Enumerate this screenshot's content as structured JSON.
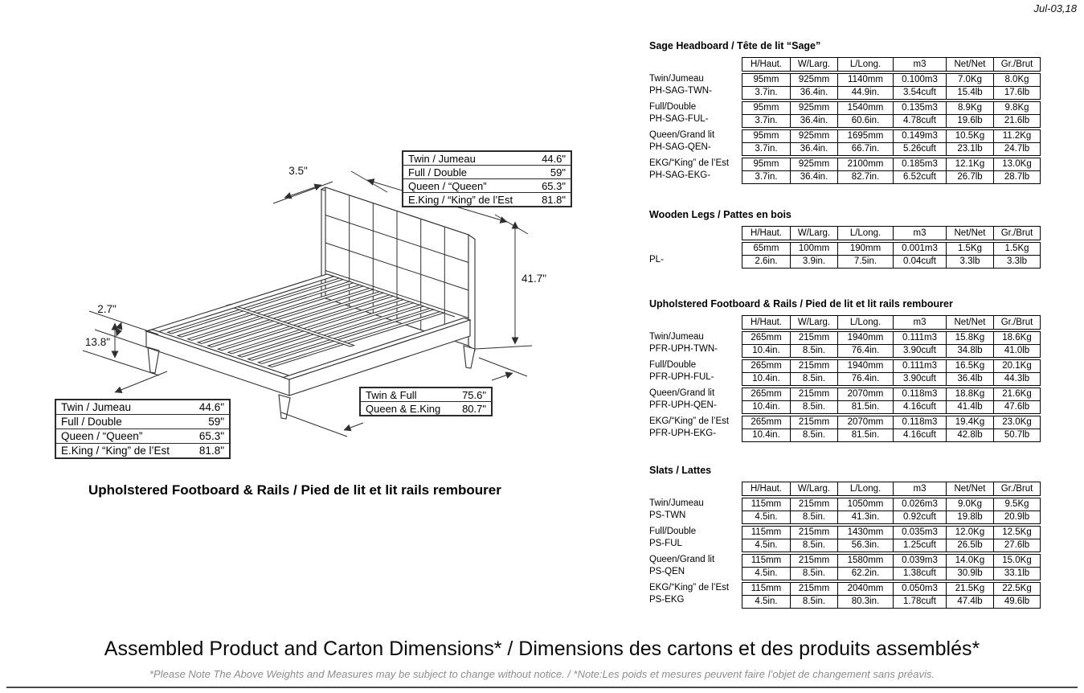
{
  "page": {
    "date": "Jul-03,18",
    "title": "Assembled Product and Carton Dimensions* / Dimensions des cartons et des produits assemblés*",
    "note": "*Please Note The Above Weights and Measures may be subject to change without notice. / *Note:Les poids et mesures peuvent faire l’objet de changement sans préavis."
  },
  "diagram": {
    "caption": "Upholstered Footboard & Rails / Pied de lit et lit rails rembourer",
    "dims": {
      "headboard_thickness": "3.5\"",
      "headboard_height": "41.7\"",
      "rail_thickness": "2.7\"",
      "leg_height": "13.8\""
    },
    "width_table_top": {
      "rows": [
        [
          "Twin / Jumeau",
          "44.6\""
        ],
        [
          "Full / Double",
          "59\""
        ],
        [
          "Queen / “Queen”",
          "65.3\""
        ],
        [
          "E.King / “King” de l’Est",
          "81.8\""
        ]
      ]
    },
    "width_table_bottom": {
      "rows": [
        [
          "Twin / Jumeau",
          "44.6\""
        ],
        [
          "Full / Double",
          "59\""
        ],
        [
          "Queen / “Queen”",
          "65.3\""
        ],
        [
          "E.King / “King” de l’Est",
          "81.8\""
        ]
      ]
    },
    "length_table": {
      "rows": [
        [
          "Twin & Full",
          "75.6\""
        ],
        [
          "Queen & E.King",
          "80.7\""
        ]
      ]
    }
  },
  "tables": [
    {
      "title": "Sage Headboard / Tête de lit “Sage”",
      "columns": [
        "H/Haut.",
        "W/Larg.",
        "L/Long.",
        "m3",
        "Net/Net",
        "Gr./Brut"
      ],
      "groups": [
        {
          "labels": [
            "Twin/Jumeau",
            "PH-SAG-TWN-"
          ],
          "rows": [
            [
              "95mm",
              "925mm",
              "1140mm",
              "0.100m3",
              "7.0Kg",
              "8.0Kg"
            ],
            [
              "3.7in.",
              "36.4in.",
              "44.9in.",
              "3.54cuft",
              "15.4lb",
              "17.6lb"
            ]
          ]
        },
        {
          "labels": [
            "Full/Double",
            "PH-SAG-FUL-"
          ],
          "rows": [
            [
              "95mm",
              "925mm",
              "1540mm",
              "0.135m3",
              "8.9Kg",
              "9.8Kg"
            ],
            [
              "3.7in.",
              "36.4in.",
              "60.6in.",
              "4.78cuft",
              "19.6lb",
              "21.6lb"
            ]
          ]
        },
        {
          "labels": [
            "Queen/Grand lit",
            "PH-SAG-QEN-"
          ],
          "rows": [
            [
              "95mm",
              "925mm",
              "1695mm",
              "0.149m3",
              "10.5Kg",
              "11.2Kg"
            ],
            [
              "3.7in.",
              "36.4in.",
              "66.7in.",
              "5.26cuft",
              "23.1lb",
              "24.7lb"
            ]
          ]
        },
        {
          "labels": [
            "EKG/“King” de l’Est",
            "PH-SAG-EKG-"
          ],
          "rows": [
            [
              "95mm",
              "925mm",
              "2100mm",
              "0.185m3",
              "12.1Kg",
              "13.0Kg"
            ],
            [
              "3.7in.",
              "36.4in.",
              "82.7in.",
              "6.52cuft",
              "26.7lb",
              "28.7lb"
            ]
          ]
        }
      ]
    },
    {
      "title": "Wooden Legs / Pattes en bois",
      "columns": [
        "H/Haut.",
        "W/Larg.",
        "L/Long.",
        "m3",
        "Net/Net",
        "Gr./Brut"
      ],
      "groups": [
        {
          "labels": [
            "",
            "PL-"
          ],
          "rows": [
            [
              "65mm",
              "100mm",
              "190mm",
              "0.001m3",
              "1.5Kg",
              "1.5Kg"
            ],
            [
              "2.6in.",
              "3.9in.",
              "7.5in.",
              "0.04cuft",
              "3.3lb",
              "3.3lb"
            ]
          ]
        }
      ]
    },
    {
      "title": "Upholstered Footboard & Rails / Pied de lit et lit rails rembourer",
      "columns": [
        "H/Haut.",
        "W/Larg.",
        "L/Long.",
        "m3",
        "Net/Net",
        "Gr./Brut"
      ],
      "groups": [
        {
          "labels": [
            "Twin/Jumeau",
            "PFR-UPH-TWN-"
          ],
          "rows": [
            [
              "265mm",
              "215mm",
              "1940mm",
              "0.111m3",
              "15.8Kg",
              "18.6Kg"
            ],
            [
              "10.4in.",
              "8.5in.",
              "76.4in.",
              "3.90cuft",
              "34.8lb",
              "41.0lb"
            ]
          ]
        },
        {
          "labels": [
            "Full/Double",
            "PFR-UPH-FUL-"
          ],
          "rows": [
            [
              "265mm",
              "215mm",
              "1940mm",
              "0.111m3",
              "16.5Kg",
              "20.1Kg"
            ],
            [
              "10.4in.",
              "8.5in.",
              "76.4in.",
              "3.90cuft",
              "36.4lb",
              "44.3lb"
            ]
          ]
        },
        {
          "labels": [
            "Queen/Grand lit",
            "PFR-UPH-QEN-"
          ],
          "rows": [
            [
              "265mm",
              "215mm",
              "2070mm",
              "0.118m3",
              "18.8Kg",
              "21.6Kg"
            ],
            [
              "10.4in.",
              "8.5in.",
              "81.5in.",
              "4.16cuft",
              "41.4lb",
              "47.6lb"
            ]
          ]
        },
        {
          "labels": [
            "EKG/“King” de l’Est",
            "PFR-UPH-EKG-"
          ],
          "rows": [
            [
              "265mm",
              "215mm",
              "2070mm",
              "0.118m3",
              "19.4Kg",
              "23.0Kg"
            ],
            [
              "10.4in.",
              "8.5in.",
              "81.5in.",
              "4.16cuft",
              "42.8lb",
              "50.7lb"
            ]
          ]
        }
      ]
    },
    {
      "title": "Slats / Lattes",
      "columns": [
        "H/Haut.",
        "W/Larg.",
        "L/Long.",
        "m3",
        "Net/Net",
        "Gr./Brut"
      ],
      "groups": [
        {
          "labels": [
            "Twin/Jumeau",
            "PS-TWN"
          ],
          "rows": [
            [
              "115mm",
              "215mm",
              "1050mm",
              "0.026m3",
              "9.0Kg",
              "9.5Kg"
            ],
            [
              "4.5in.",
              "8.5in.",
              "41.3in.",
              "0.92cuft",
              "19.8lb",
              "20.9lb"
            ]
          ]
        },
        {
          "labels": [
            "Full/Double",
            "PS-FUL"
          ],
          "rows": [
            [
              "115mm",
              "215mm",
              "1430mm",
              "0.035m3",
              "12.0Kg",
              "12.5Kg"
            ],
            [
              "4.5in.",
              "8.5in.",
              "56.3in.",
              "1.25cuft",
              "26.5lb",
              "27.6lb"
            ]
          ]
        },
        {
          "labels": [
            "Queen/Grand lit",
            "PS-QEN"
          ],
          "rows": [
            [
              "115mm",
              "215mm",
              "1580mm",
              "0.039m3",
              "14.0Kg",
              "15.0Kg"
            ],
            [
              "4.5in.",
              "8.5in.",
              "62.2in.",
              "1.38cuft",
              "30.9lb",
              "33.1lb"
            ]
          ]
        },
        {
          "labels": [
            "EKG/“King” de l’Est",
            "PS-EKG"
          ],
          "rows": [
            [
              "115mm",
              "215mm",
              "2040mm",
              "0.050m3",
              "21.5Kg",
              "22.5Kg"
            ],
            [
              "4.5in.",
              "8.5in.",
              "80.3in.",
              "1.78cuft",
              "47.4lb",
              "49.6lb"
            ]
          ]
        }
      ]
    }
  ]
}
